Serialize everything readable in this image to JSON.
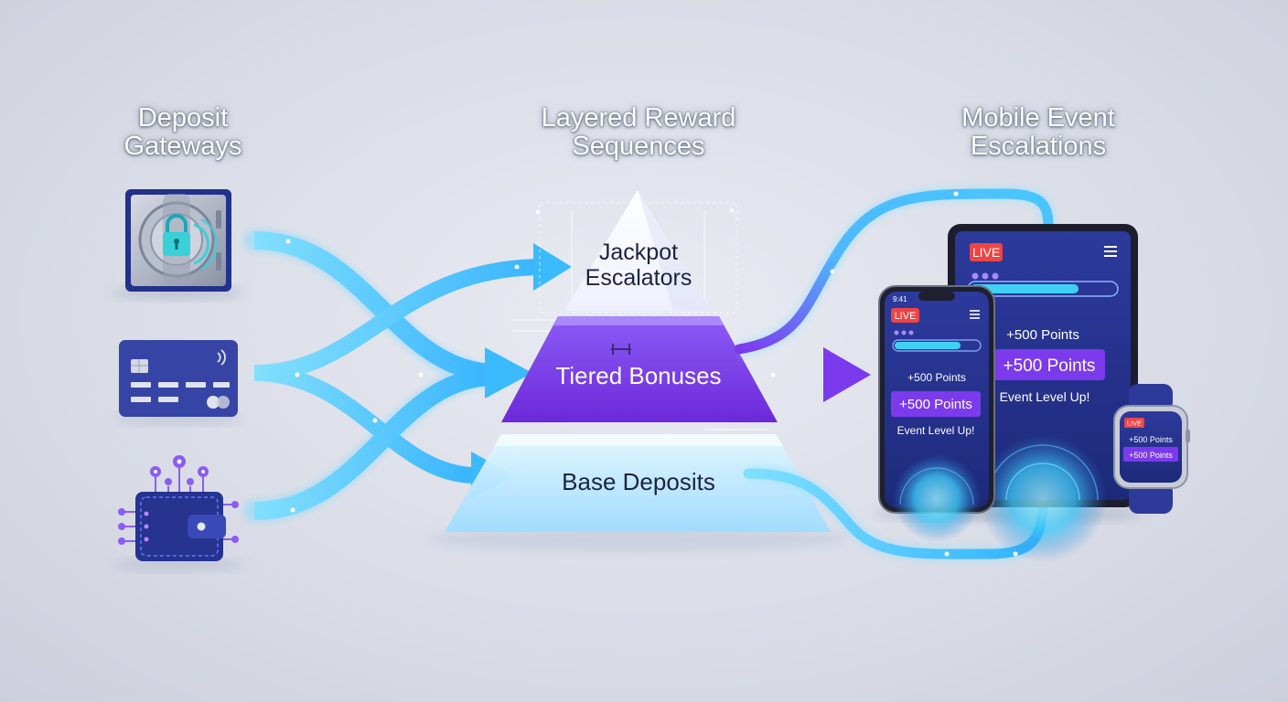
{
  "columns": {
    "left": {
      "line1": "Deposit",
      "line2": "Gateways"
    },
    "center": {
      "line1": "Layered Reward",
      "line2": "Sequences"
    },
    "right": {
      "line1": "Mobile Event",
      "line2": "Escalations"
    }
  },
  "tiers": {
    "top": {
      "line1": "Jackpot",
      "line2": "Escalators"
    },
    "middle": "Tiered Bonuses",
    "bottom": "Base Deposits"
  },
  "devices": {
    "tablet": {
      "live": "LIVE",
      "points": "+500 Points",
      "points_button": "+500 Points",
      "level": "Event Level Up!"
    },
    "phone": {
      "live": "LIVE",
      "points": "+500 Points",
      "points_button": "+500 Points",
      "level": "Event Level Up!"
    },
    "watch": {
      "live": "LIVE",
      "points": "+500 Points",
      "points_button": "+500 Points"
    }
  },
  "icons": [
    "vault-lock-icon",
    "credit-card-icon",
    "crypto-wallet-icon"
  ],
  "colors": {
    "flow": "#48c6ff",
    "bonus": "#7c3aed",
    "device": "#2f3a9a",
    "live": "#ef4444"
  }
}
